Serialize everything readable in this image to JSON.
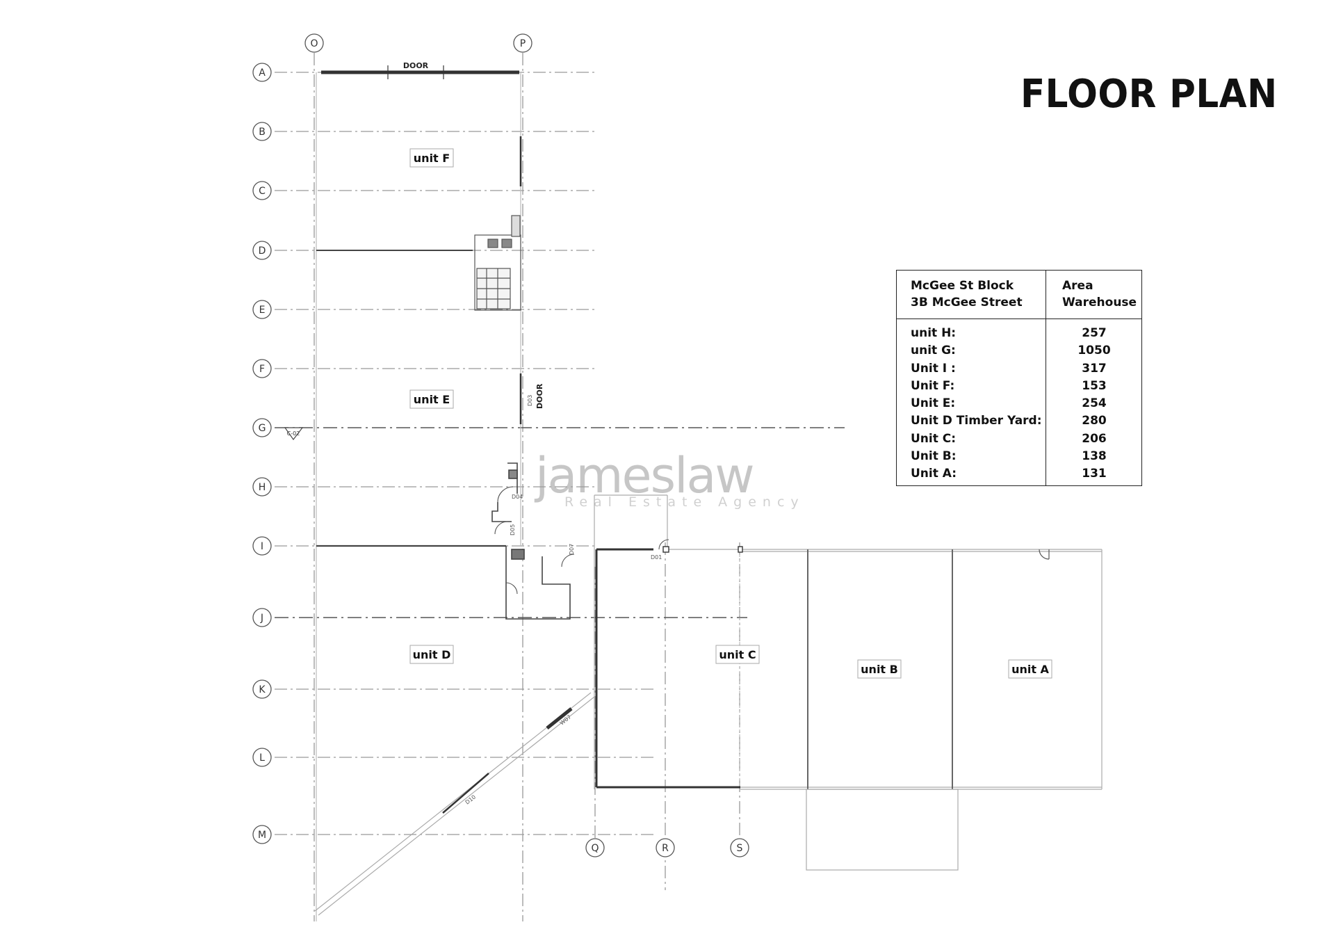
{
  "title": "FLOOR PLAN",
  "watermark": {
    "brand": "jameslaw",
    "tagline": "Real Estate Agency"
  },
  "grid": {
    "rows": [
      "A",
      "B",
      "C",
      "D",
      "E",
      "F",
      "G",
      "H",
      "I",
      "J",
      "K",
      "L",
      "M"
    ],
    "columns_top": [
      "O",
      "P"
    ],
    "columns_bottom": [
      "Q",
      "R",
      "S"
    ]
  },
  "labels": {
    "door_top": "DOOR",
    "door_side": "DOOR",
    "door_side_code": "D03",
    "door_d04": "D04",
    "door_d05": "D05",
    "door_d07": "D07",
    "door_d01": "D01",
    "window_w07": "W07",
    "door_d10": "D10",
    "marker_g": "C-02"
  },
  "units": [
    {
      "label": "unit F"
    },
    {
      "label": "unit E"
    },
    {
      "label": "unit D"
    },
    {
      "label": "unit C"
    },
    {
      "label": "unit B"
    },
    {
      "label": "unit A"
    }
  ],
  "area_table": {
    "header_left": [
      "McGee St Block",
      "3B McGee Street"
    ],
    "header_right": [
      "Area",
      "Warehouse"
    ],
    "rows": [
      {
        "name": "unit H:",
        "value": "257"
      },
      {
        "name": "unit G:",
        "value": "1050"
      },
      {
        "name": "Unit I :",
        "value": "317"
      },
      {
        "name": "Unit F:",
        "value": "153"
      },
      {
        "name": "Unit E:",
        "value": "254"
      },
      {
        "name": "Unit D Timber Yard:",
        "value": "280"
      },
      {
        "name": "Unit C:",
        "value": "206"
      },
      {
        "name": "Unit B:",
        "value": "138"
      },
      {
        "name": "Unit A:",
        "value": "131"
      }
    ]
  }
}
